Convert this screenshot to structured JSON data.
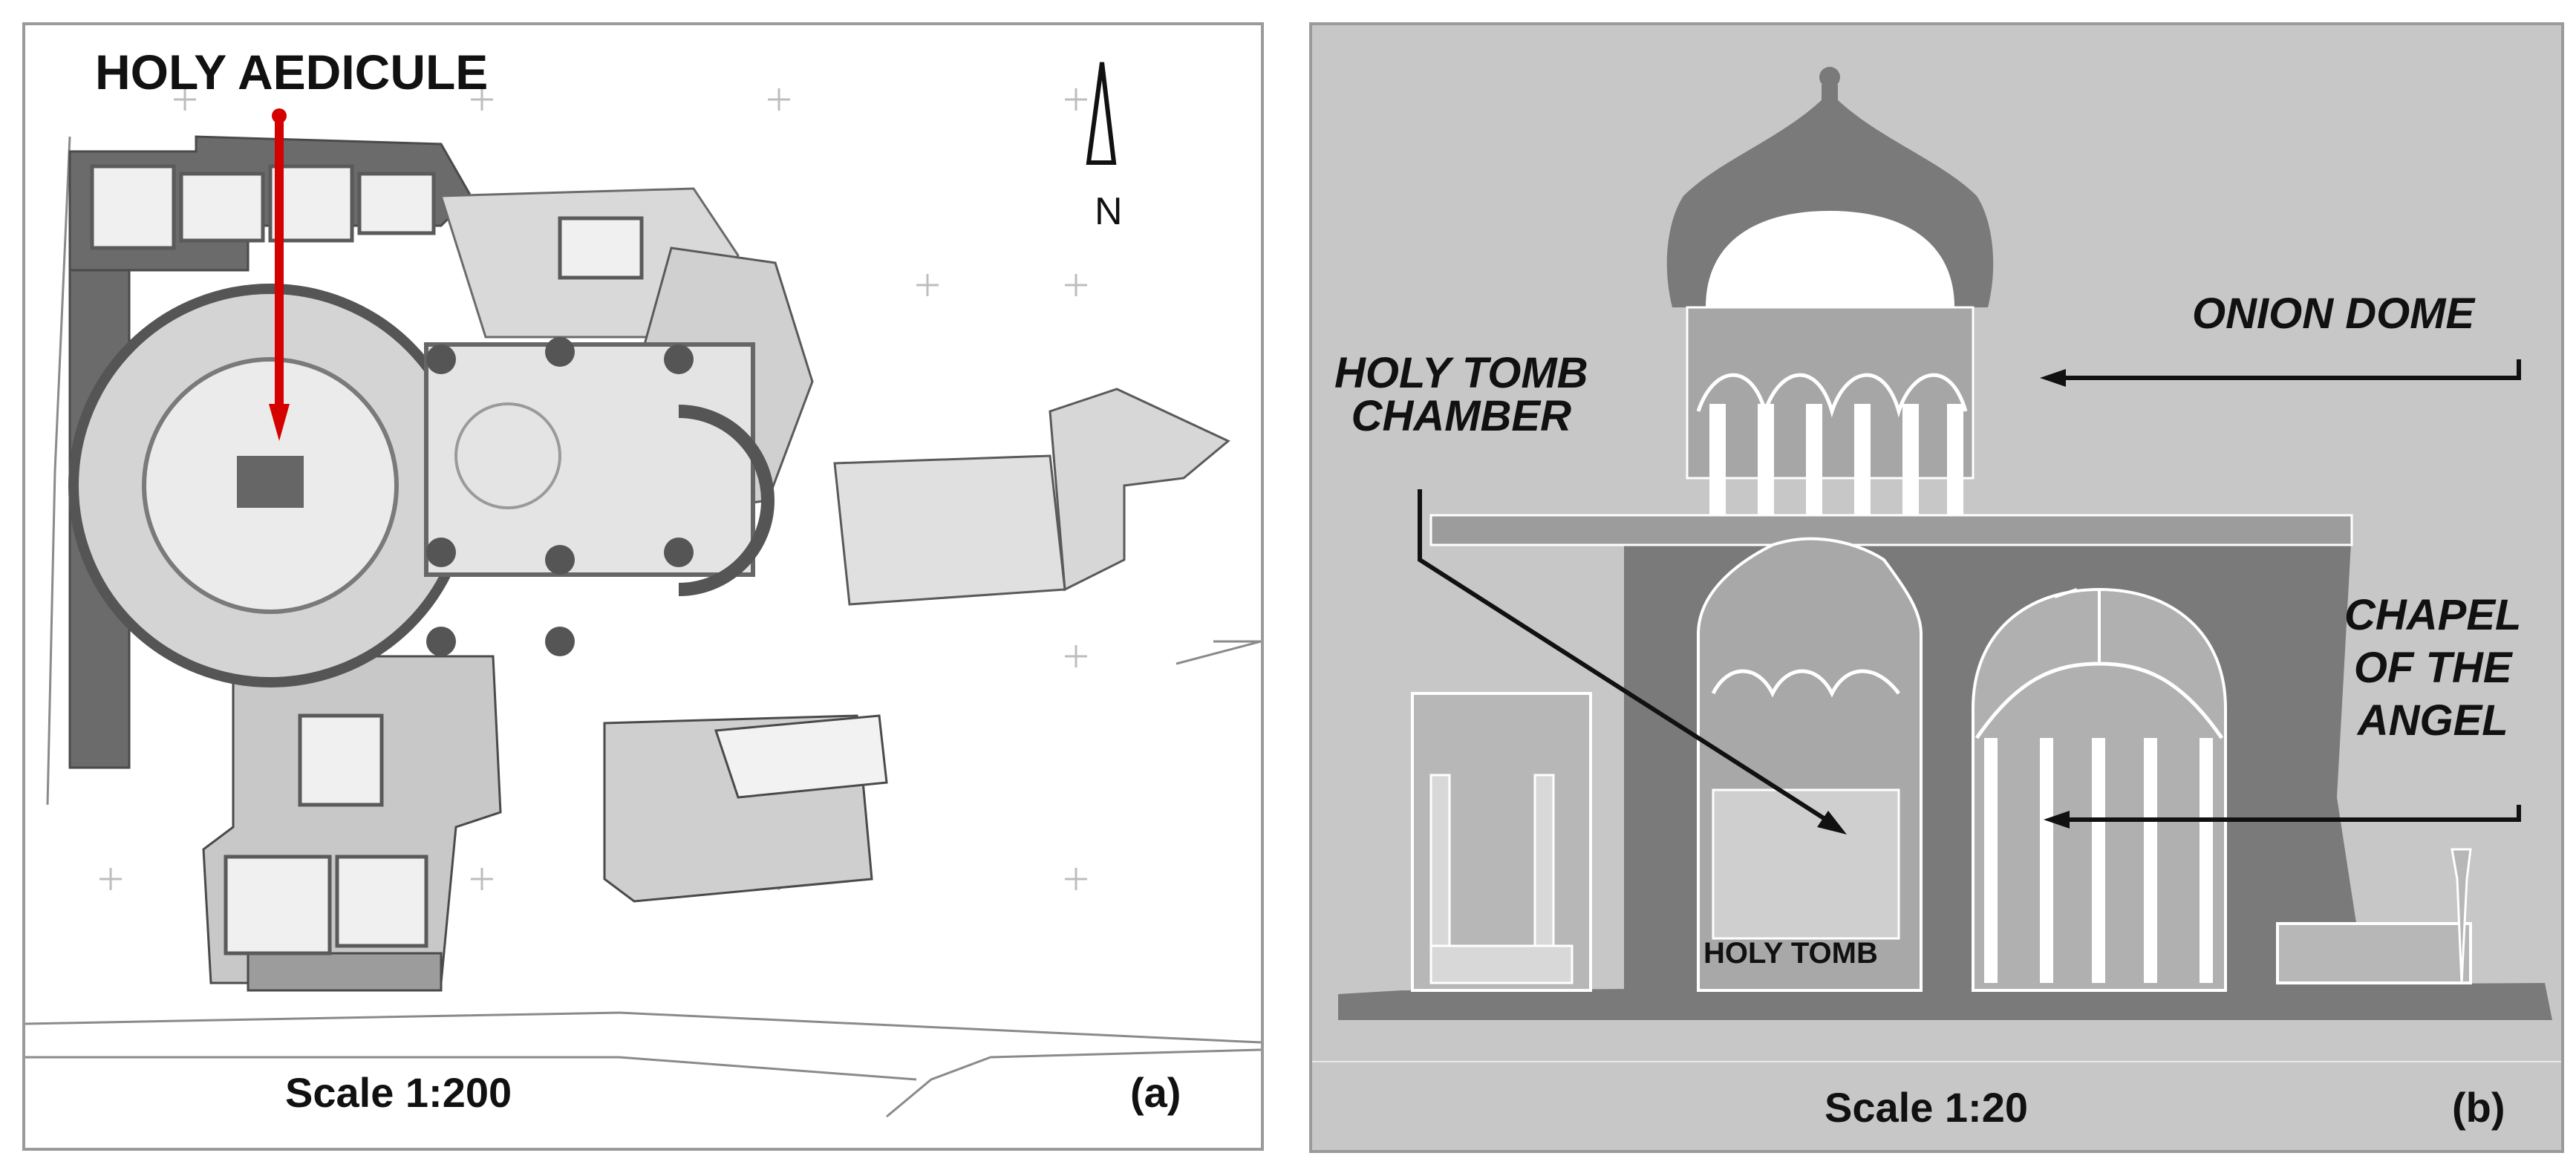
{
  "panel_a": {
    "title_label": "HOLY AEDICULE",
    "north_label": "N",
    "scale_label": "Scale 1:200",
    "tag": "(a)"
  },
  "panel_b": {
    "onion_dome_label": "ONION DOME",
    "holy_tomb_chamber_line1": "HOLY TOMB",
    "holy_tomb_chamber_line2": "CHAMBER",
    "chapel_line1": "CHAPEL",
    "chapel_line2": "OF THE",
    "chapel_line3": "ANGEL",
    "holy_tomb_label": "HOLY TOMB",
    "scale_label": "Scale 1:20",
    "tag": "(b)"
  },
  "colors": {
    "arrow_red": "#d50000",
    "wall_dark": "#595959",
    "section_gray": "#7a7a7a",
    "background_gray": "#c7c7c7",
    "frame": "#9a9a9a"
  }
}
